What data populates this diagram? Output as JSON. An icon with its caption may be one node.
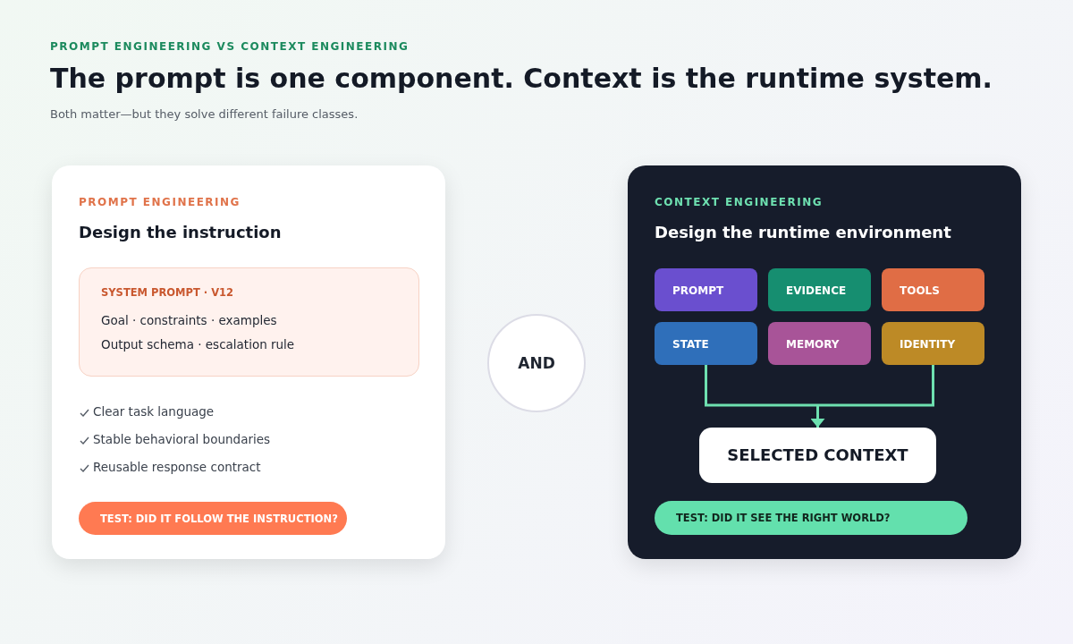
{
  "diagram": {
    "title": "The prompt is one component. Context is the runtime system.",
    "nodes": [
      {
        "text": [
          "PROMPT ENGINEERING",
          "Design the instruction"
        ]
      },
      {
        "text": [
          "SYSTEM PROMPT · V12",
          "Goal · constraints · examples",
          "Output schema · escalation rule"
        ],
        "in": 0
      },
      {
        "text": [
          "TEST: DID IT FOLLOW THE INSTRUCTION?"
        ],
        "in": 0
      },
      {
        "text": [
          "AND"
        ]
      },
      {
        "text": [
          "CONTEXT ENGINEERING",
          "Design the runtime environment"
        ]
      },
      {
        "text": [
          "PROMPT"
        ],
        "in": 4
      },
      {
        "text": [
          "EVIDENCE"
        ],
        "in": 4
      },
      {
        "text": [
          "TOOLS"
        ],
        "in": 4
      },
      {
        "text": [
          "STATE"
        ],
        "in": 4
      },
      {
        "text": [
          "MEMORY"
        ],
        "in": 4
      },
      {
        "text": [
          "IDENTITY"
        ],
        "in": 4
      },
      {
        "text": [
          "SELECTED CONTEXT"
        ],
        "in": 4
      },
      {
        "text": [
          "TEST: DID IT SEE THE RIGHT WORLD?"
        ],
        "in": 4
      }
    ],
    "edges": [
      {
        "from": 8,
        "to": 11,
        "arrow": "to"
      },
      {
        "from": 10,
        "to": 11,
        "arrow": "to"
      }
    ],
    "labels": [
      "PROMPT ENGINEERING VS CONTEXT ENGINEERING",
      "Both matter—but they solve different failure classes.",
      "Clear task language",
      "Stable behavioral boundaries",
      "Reusable response contract"
    ]
  }
}
